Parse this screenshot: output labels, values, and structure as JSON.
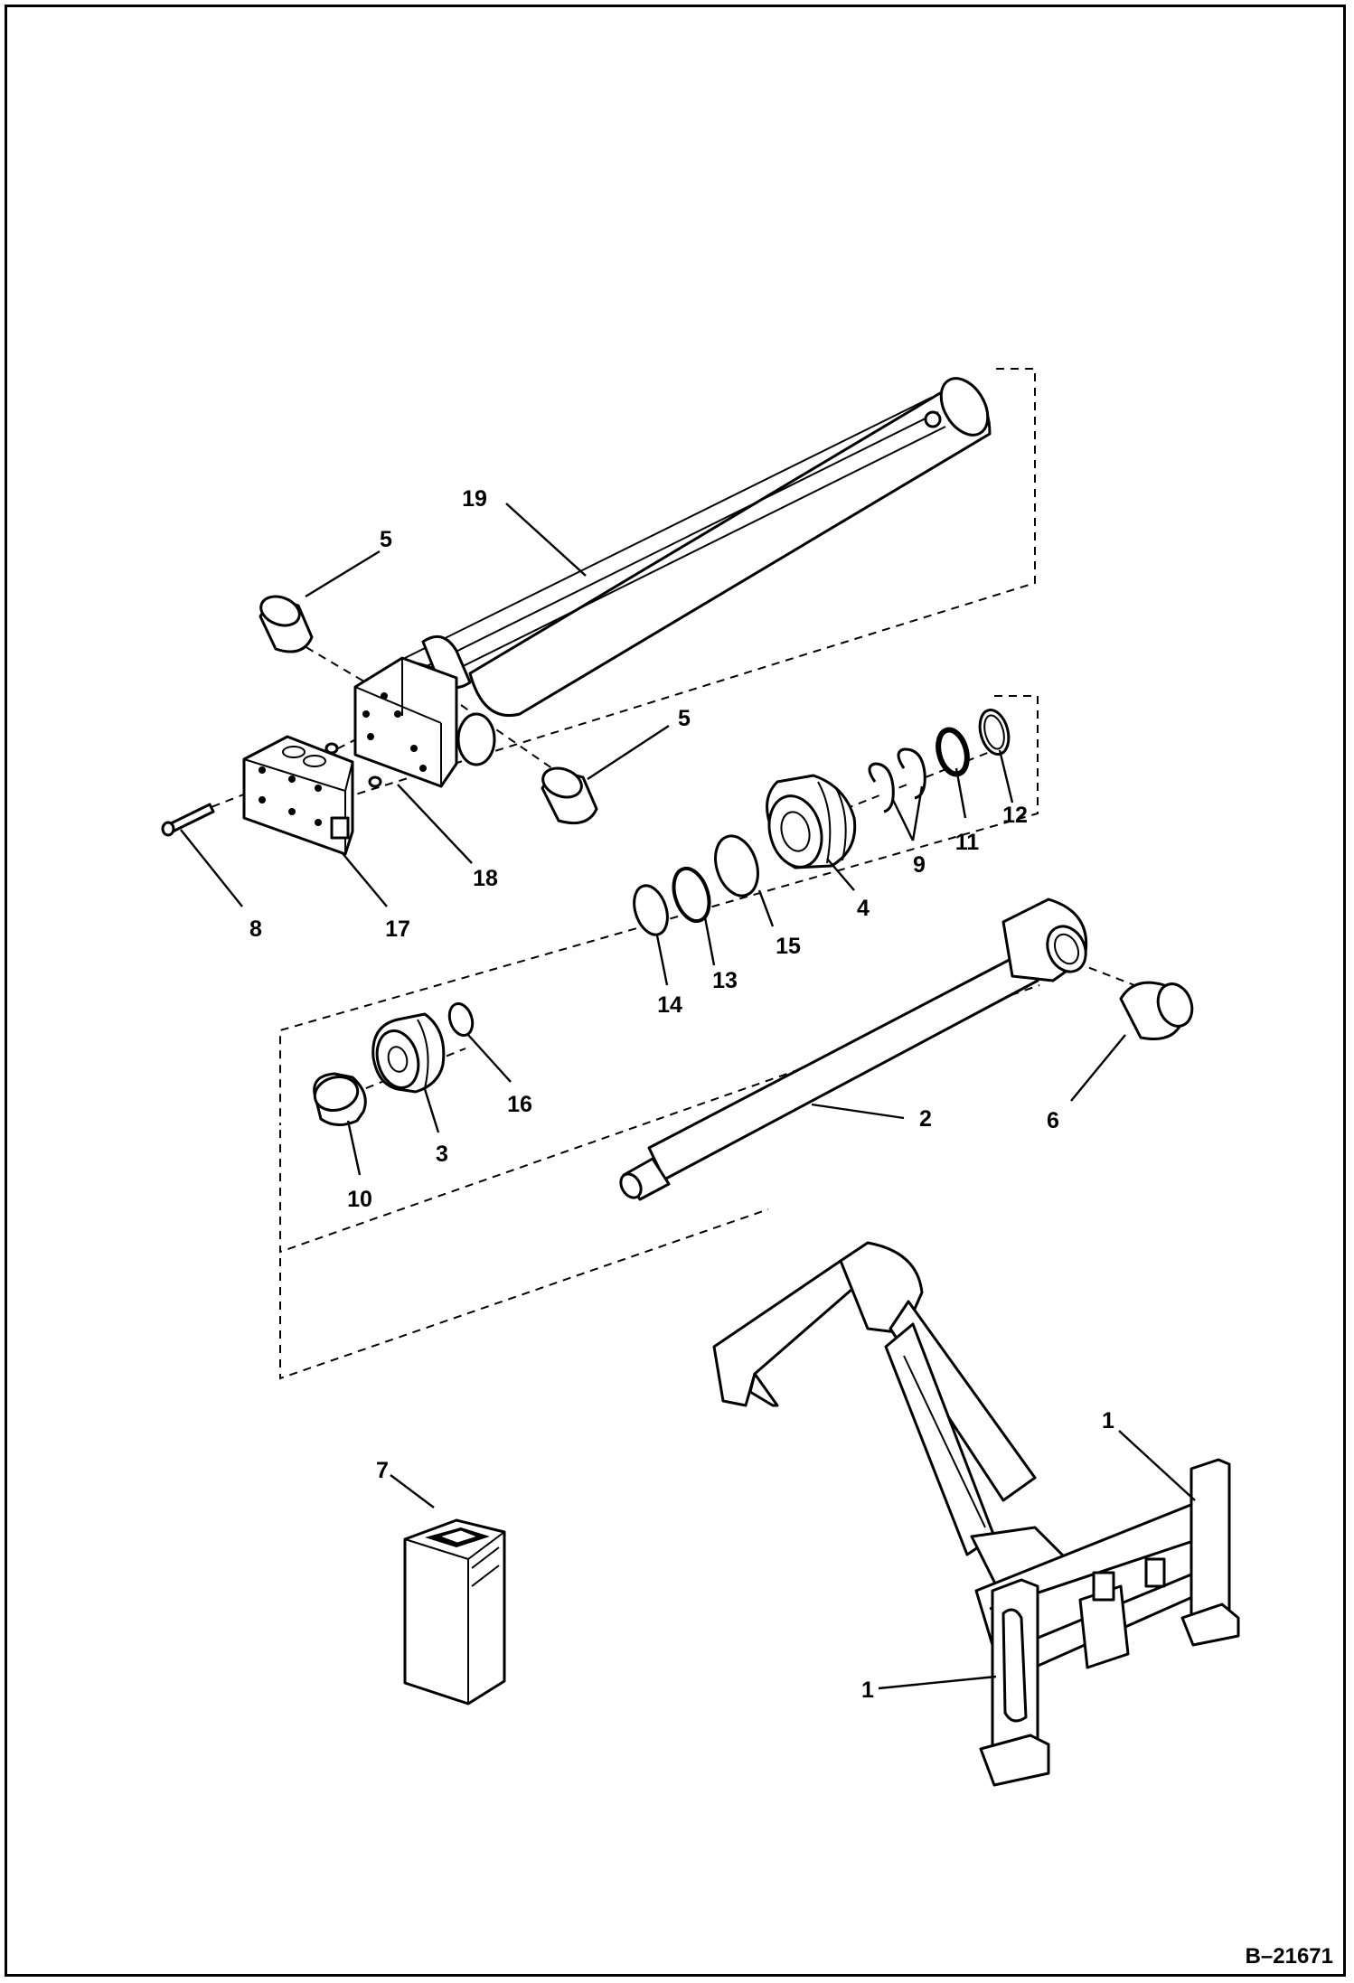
{
  "document_id": "B–21671",
  "callouts": [
    "19",
    "5",
    "5",
    "18",
    "17",
    "8",
    "12",
    "11",
    "9",
    "4",
    "15",
    "13",
    "14",
    "16",
    "3",
    "10",
    "2",
    "6",
    "7",
    "1",
    "1"
  ]
}
